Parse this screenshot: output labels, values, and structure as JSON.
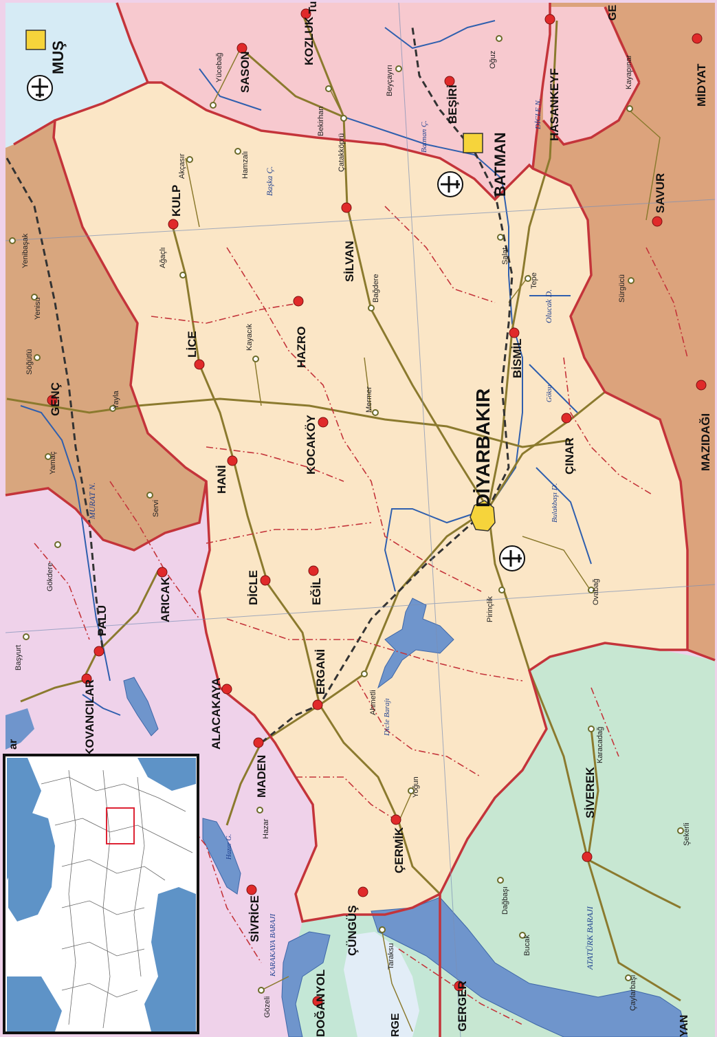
{
  "colors": {
    "diyarbakir_province": "#fbe6c6",
    "batman_province": "#f7c9cf",
    "mus_province": "#d6ebf5",
    "bingol_province": "#d8a67e",
    "mardin_province": "#dca37c",
    "elazig_province": "#efd2ea",
    "sanliurfa_province": "#c7e7d2",
    "adiyaman_province": "#c4e7d6",
    "water": "#6f95cc",
    "border": "#c4343a",
    "road": "#8b7a2e",
    "railway": "#333333",
    "town_dot": "#e02a2a",
    "capital_square": "#f6d43b"
  },
  "capitals": [
    {
      "name": "MUŞ"
    },
    {
      "name": "BATMAN"
    },
    {
      "name": "DİYARBAKIR"
    }
  ],
  "towns": [
    {
      "name": "KOZLUK"
    },
    {
      "name": "SASON"
    },
    {
      "name": "BEŞİRİ"
    },
    {
      "name": "HASANKEYF"
    },
    {
      "name": "MİDYAT"
    },
    {
      "name": "KULP"
    },
    {
      "name": "SİLVAN"
    },
    {
      "name": "LİCE"
    },
    {
      "name": "HAZRO"
    },
    {
      "name": "KOCAKÖY"
    },
    {
      "name": "HANİ"
    },
    {
      "name": "DİCLE"
    },
    {
      "name": "EĞİL"
    },
    {
      "name": "ERGANİ"
    },
    {
      "name": "ÇERMİK"
    },
    {
      "name": "ÇÜNGÜŞ"
    },
    {
      "name": "BİSMİL"
    },
    {
      "name": "ÇINAR"
    },
    {
      "name": "SAVUR"
    },
    {
      "name": "MAZIDAĞI"
    },
    {
      "name": "SİVEREK"
    },
    {
      "name": "GERGER"
    },
    {
      "name": "DOĞANYOL"
    },
    {
      "name": "SİVRİCE"
    },
    {
      "name": "MADEN"
    },
    {
      "name": "ALACAKAYA"
    },
    {
      "name": "ARICAK"
    },
    {
      "name": "PALU"
    },
    {
      "name": "KOVANCILAR"
    },
    {
      "name": "GENÇ"
    }
  ],
  "villages": [
    {
      "name": "Yücebağ"
    },
    {
      "name": "Bekirhan"
    },
    {
      "name": "Beyçayırı"
    },
    {
      "name": "Oğuz"
    },
    {
      "name": "Kayapınar"
    },
    {
      "name": "Çatakköprü"
    },
    {
      "name": "Akçasır"
    },
    {
      "name": "Hamzalı"
    },
    {
      "name": "Ağaçlı"
    },
    {
      "name": "Bağdere"
    },
    {
      "name": "Kayacık"
    },
    {
      "name": "Mermer"
    },
    {
      "name": "Salat"
    },
    {
      "name": "Tepe"
    },
    {
      "name": "Sürgücü"
    },
    {
      "name": "Ovabağ"
    },
    {
      "name": "Pirinçlik"
    },
    {
      "name": "Ahmetli"
    },
    {
      "name": "Yoğun"
    },
    {
      "name": "Karacadağ"
    },
    {
      "name": "Şekerli"
    },
    {
      "name": "Dağbaşı"
    },
    {
      "name": "Bucak"
    },
    {
      "name": "Taraksu"
    },
    {
      "name": "Çaylarbaşı"
    },
    {
      "name": "Hazar"
    },
    {
      "name": "Gözeli"
    },
    {
      "name": "Başyurt"
    },
    {
      "name": "Gökdere"
    },
    {
      "name": "Servi"
    },
    {
      "name": "Yamaç"
    },
    {
      "name": "Yayla"
    },
    {
      "name": "Söğütlü"
    },
    {
      "name": "Yenisu"
    },
    {
      "name": "Yenibaşak"
    }
  ],
  "water_labels": [
    {
      "name": "DİCLE N."
    },
    {
      "name": "Batman Ç."
    },
    {
      "name": "Başka Ç."
    },
    {
      "name": "Olucak D."
    },
    {
      "name": "Göksu"
    },
    {
      "name": "Bulakbaşı D."
    },
    {
      "name": "MURAT N."
    },
    {
      "name": "Dicle Barajı"
    },
    {
      "name": "ATATÜRK BARAJI"
    },
    {
      "name": "KARAKAYA BARAJI"
    },
    {
      "name": "Hazar G."
    }
  ],
  "edge_fragments": [
    {
      "name": "Tu"
    },
    {
      "name": "GE"
    },
    {
      "name": "ar"
    },
    {
      "name": "RGE"
    },
    {
      "name": "YAN"
    }
  ],
  "icons": [
    "airport-icon",
    "airport-icon",
    "airport-icon",
    "airport-icon"
  ]
}
